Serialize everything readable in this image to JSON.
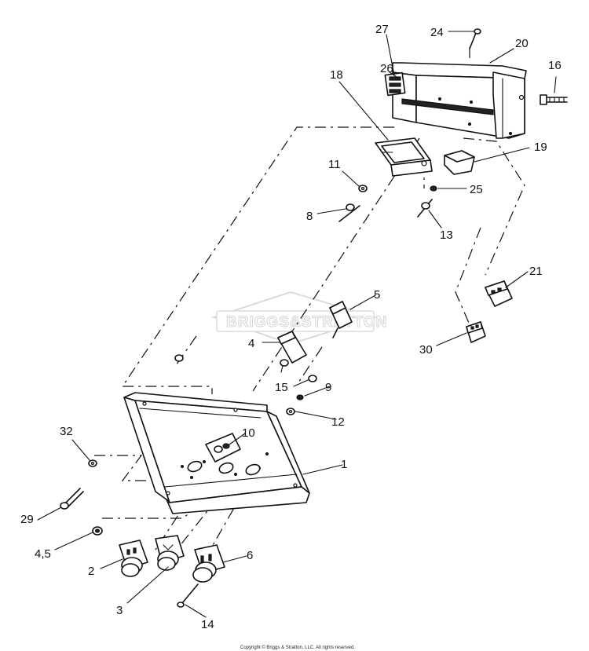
{
  "watermark": {
    "text": "BRIGGS&STRATTON"
  },
  "copyright": "Copyright © Briggs & Stratton, LLC. All rights reserved.",
  "callouts": {
    "c1": "1",
    "c2": "2",
    "c3": "3",
    "c4": "4",
    "c4_5": "4,5",
    "c5": "5",
    "c6": "6",
    "c8": "8",
    "c9": "9",
    "c10": "10",
    "c11": "11",
    "c12": "12",
    "c13": "13",
    "c14": "14",
    "c15": "15",
    "c16": "16",
    "c18": "18",
    "c19": "19",
    "c20": "20",
    "c21": "21",
    "c24": "24",
    "c25": "25",
    "c26": "26",
    "c27": "27",
    "c29": "29",
    "c30": "30",
    "c32": "32"
  }
}
